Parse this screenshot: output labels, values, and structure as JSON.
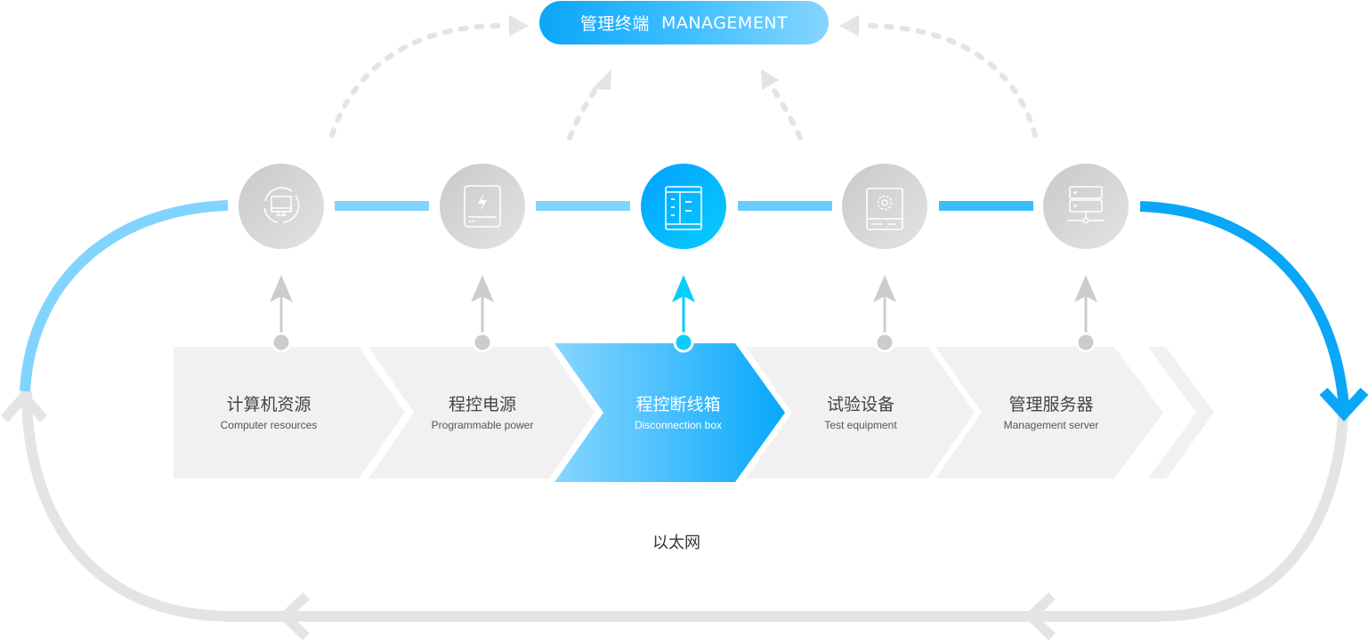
{
  "management": {
    "label_cn": "管理终端",
    "label_en": "MANAGEMENT"
  },
  "steps": [
    {
      "id": "computer",
      "title": "计算机资源",
      "subtitle": "Computer resources",
      "icon": "monitor-icon",
      "active": false
    },
    {
      "id": "power",
      "title": "程控电源",
      "subtitle": "Programmable power",
      "icon": "power-supply-icon",
      "active": false
    },
    {
      "id": "disconnect",
      "title": "程控断线箱",
      "subtitle": "Disconnection box",
      "icon": "cabinet-icon",
      "active": true
    },
    {
      "id": "test",
      "title": "试验设备",
      "subtitle": "Test equipment",
      "icon": "gear-device-icon",
      "active": false
    },
    {
      "id": "server",
      "title": "管理服务器",
      "subtitle": "Management server",
      "icon": "server-icon",
      "active": false
    }
  ],
  "network": {
    "label": "以太网"
  },
  "colors": {
    "accent": "#0aa6f8",
    "accent_light": "#81d4fe",
    "active_node": "#08cdfd",
    "inactive_gray": "#cccccc",
    "track_gray": "#e4e4e4",
    "chevron_bg": "#f1f1f1"
  }
}
